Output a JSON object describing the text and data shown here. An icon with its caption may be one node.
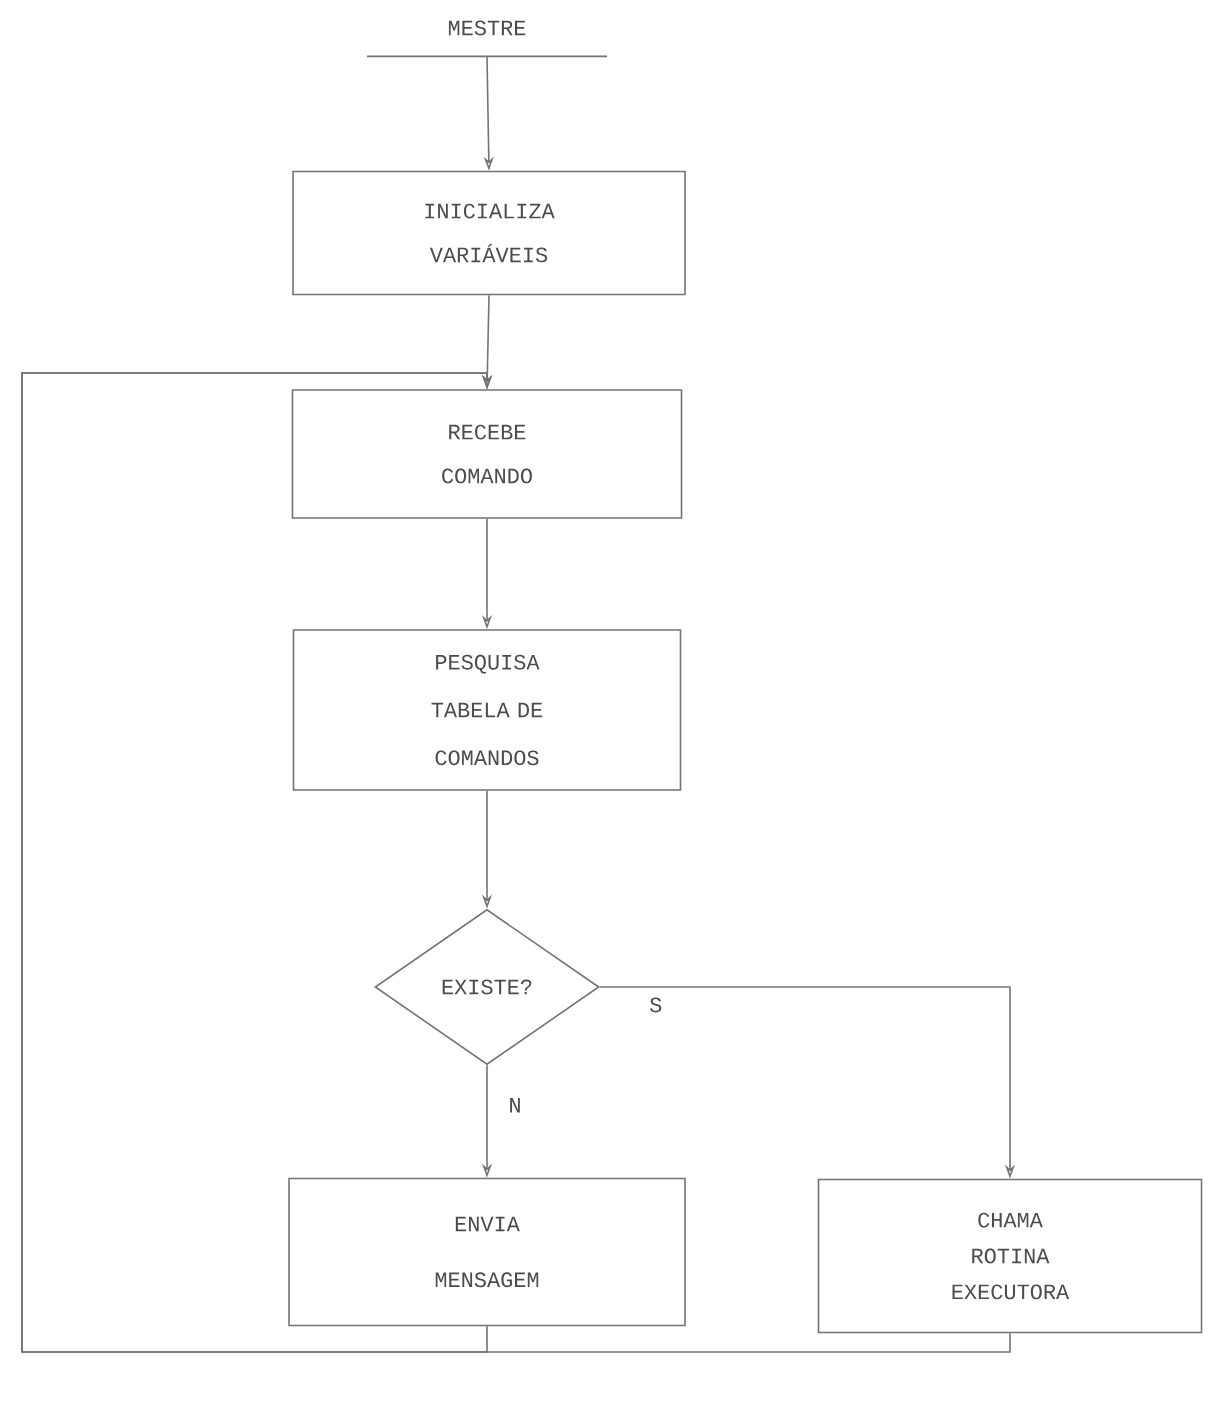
{
  "diagram": {
    "nodes": [
      {
        "text": [
          "MESTRE"
        ]
      },
      {
        "text": [
          "INICIALIZA VARIÁVEIS"
        ]
      },
      {
        "text": [
          "RECEBE COMANDO"
        ]
      },
      {
        "text": [
          "PESQUISA TABELA DE COMANDOS"
        ]
      },
      {
        "text": [
          "EXISTE?"
        ]
      },
      {
        "text": [
          "ENVIA MENSAGEM"
        ]
      },
      {
        "text": [
          "CHAMA ROTINA EXECUTORA"
        ]
      }
    ],
    "edges": [
      {
        "from": 0,
        "to": 1,
        "arrow": "to"
      },
      {
        "from": 1,
        "to": 2,
        "arrow": "to"
      },
      {
        "from": 2,
        "to": 3,
        "arrow": "to"
      },
      {
        "from": 3,
        "to": 4,
        "arrow": "to"
      },
      {
        "from": 4,
        "to": 6,
        "arrow": "to",
        "label": "S"
      },
      {
        "from": 4,
        "to": 5,
        "arrow": "to",
        "label": "N"
      },
      {
        "from": 5,
        "to": 2,
        "arrow": "to"
      },
      {
        "from": 6,
        "to": 2,
        "arrow": "to"
      }
    ]
  }
}
